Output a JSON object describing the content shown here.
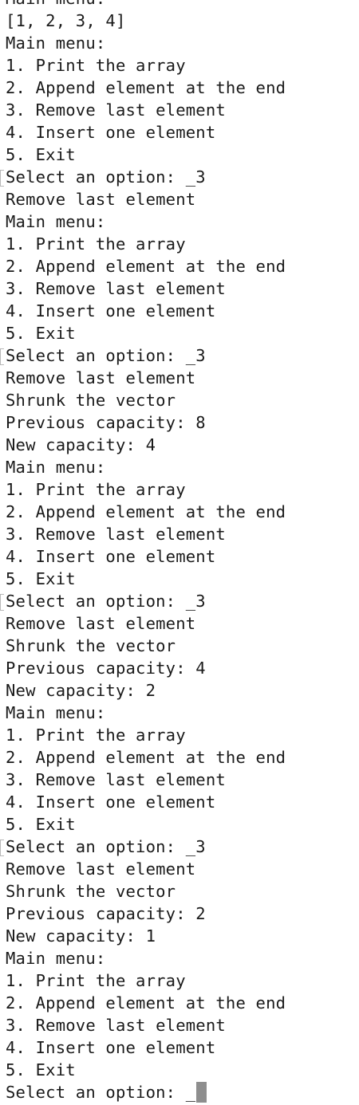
{
  "terminal": {
    "lines": [
      {
        "text": "Main menu:",
        "marked": false
      },
      {
        "text": "[1, 2, 3, 4]",
        "marked": false
      },
      {
        "text": "Main menu:",
        "marked": false
      },
      {
        "text": "1. Print the array",
        "marked": false
      },
      {
        "text": "2. Append element at the end",
        "marked": false
      },
      {
        "text": "3. Remove last element",
        "marked": false
      },
      {
        "text": "4. Insert one element",
        "marked": false
      },
      {
        "text": "5. Exit",
        "marked": false
      },
      {
        "text": "Select an option: _3",
        "marked": true
      },
      {
        "text": "Remove last element",
        "marked": false
      },
      {
        "text": "Main menu:",
        "marked": false
      },
      {
        "text": "1. Print the array",
        "marked": false
      },
      {
        "text": "2. Append element at the end",
        "marked": false
      },
      {
        "text": "3. Remove last element",
        "marked": false
      },
      {
        "text": "4. Insert one element",
        "marked": false
      },
      {
        "text": "5. Exit",
        "marked": false
      },
      {
        "text": "Select an option: _3",
        "marked": true
      },
      {
        "text": "Remove last element",
        "marked": false
      },
      {
        "text": "Shrunk the vector",
        "marked": false
      },
      {
        "text": "Previous capacity: 8",
        "marked": false
      },
      {
        "text": "New capacity: 4",
        "marked": false
      },
      {
        "text": "Main menu:",
        "marked": false
      },
      {
        "text": "1. Print the array",
        "marked": false
      },
      {
        "text": "2. Append element at the end",
        "marked": false
      },
      {
        "text": "3. Remove last element",
        "marked": false
      },
      {
        "text": "4. Insert one element",
        "marked": false
      },
      {
        "text": "5. Exit",
        "marked": false
      },
      {
        "text": "Select an option: _3",
        "marked": true
      },
      {
        "text": "Remove last element",
        "marked": false
      },
      {
        "text": "Shrunk the vector",
        "marked": false
      },
      {
        "text": "Previous capacity: 4",
        "marked": false
      },
      {
        "text": "New capacity: 2",
        "marked": false
      },
      {
        "text": "Main menu:",
        "marked": false
      },
      {
        "text": "1. Print the array",
        "marked": false
      },
      {
        "text": "2. Append element at the end",
        "marked": false
      },
      {
        "text": "3. Remove last element",
        "marked": false
      },
      {
        "text": "4. Insert one element",
        "marked": false
      },
      {
        "text": "5. Exit",
        "marked": false
      },
      {
        "text": "Select an option: _3",
        "marked": true
      },
      {
        "text": "Remove last element",
        "marked": false
      },
      {
        "text": "Shrunk the vector",
        "marked": false
      },
      {
        "text": "Previous capacity: 2",
        "marked": false
      },
      {
        "text": "New capacity: 1",
        "marked": false
      },
      {
        "text": "Main menu:",
        "marked": false
      },
      {
        "text": "1. Print the array",
        "marked": false
      },
      {
        "text": "2. Append element at the end",
        "marked": false
      },
      {
        "text": "3. Remove last element",
        "marked": false
      },
      {
        "text": "4. Insert one element",
        "marked": false
      },
      {
        "text": "5. Exit",
        "marked": false
      }
    ],
    "prompt": {
      "text": "Select an option: _"
    }
  }
}
